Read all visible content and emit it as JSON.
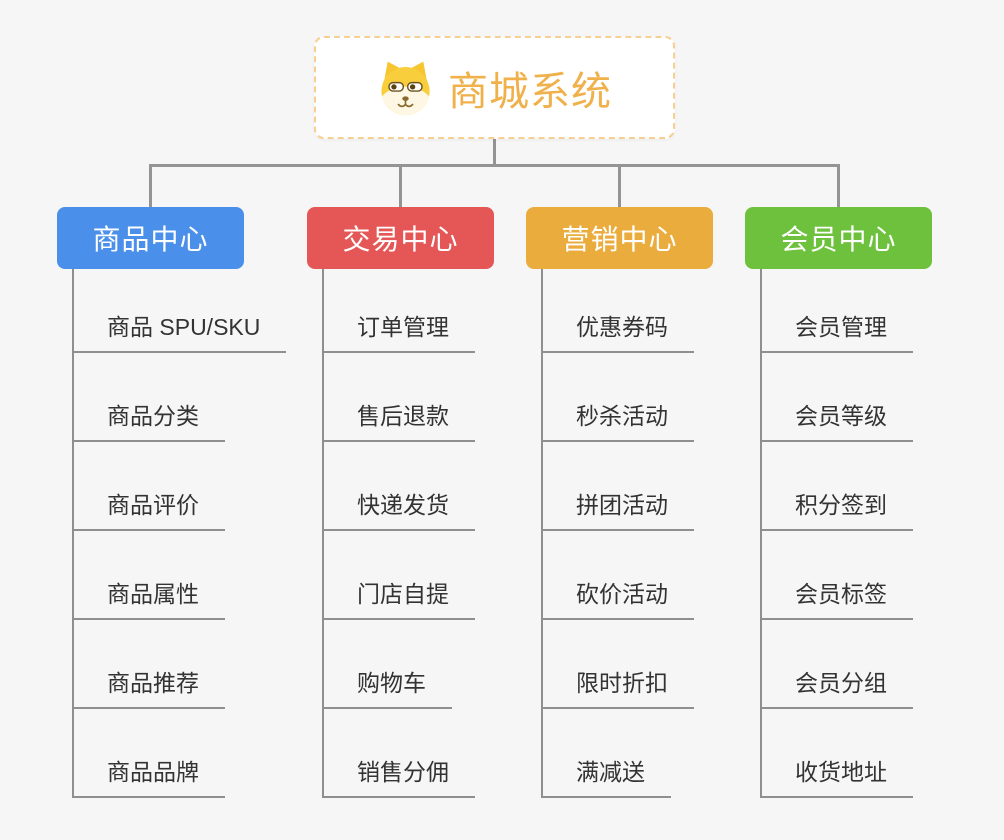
{
  "root": {
    "title": "商城系统",
    "icon": "dog-face-icon"
  },
  "branches": [
    {
      "label": "商品中心",
      "color": "#4a8fe9",
      "items": [
        "商品 SPU/SKU",
        "商品分类",
        "商品评价",
        "商品属性",
        "商品推荐",
        "商品品牌"
      ]
    },
    {
      "label": "交易中心",
      "color": "#e45756",
      "items": [
        "订单管理",
        "售后退款",
        "快递发货",
        "门店自提",
        "购物车",
        "销售分佣"
      ]
    },
    {
      "label": "营销中心",
      "color": "#ebac3e",
      "items": [
        "优惠券码",
        "秒杀活动",
        "拼团活动",
        "砍价活动",
        "限时折扣",
        "满减送"
      ]
    },
    {
      "label": "会员中心",
      "color": "#6ec13d",
      "items": [
        "会员管理",
        "会员等级",
        "积分签到",
        "会员标签",
        "会员分组",
        "收货地址"
      ]
    }
  ],
  "colors": {
    "background": "#f6f6f6",
    "connector": "#949494",
    "underline": "#8f8f8f",
    "root_title": "#f0b04a",
    "root_border": "#f7cf92",
    "item_text": "#333333"
  }
}
